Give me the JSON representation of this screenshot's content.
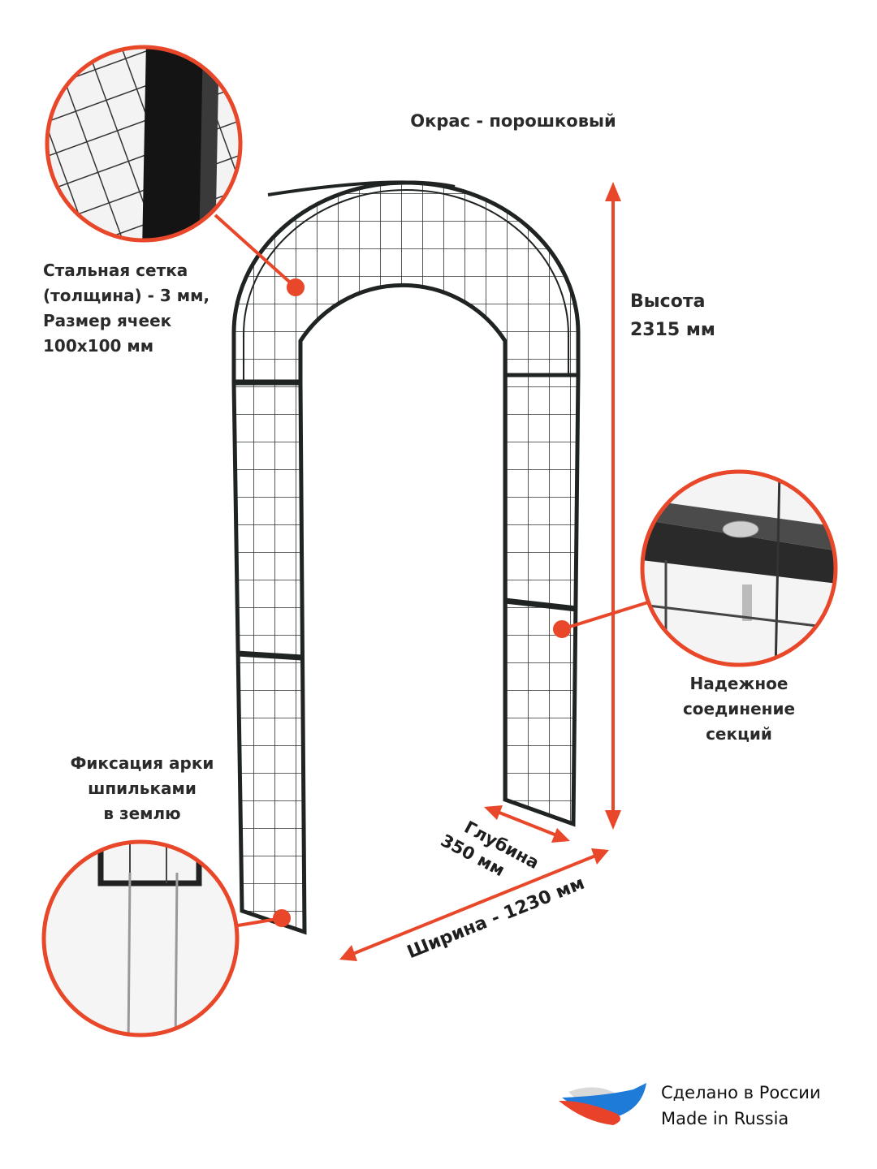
{
  "colors": {
    "accent": "#e8472a",
    "frame": "#1f2422",
    "text": "#2a2a2a"
  },
  "paint_label": "Окрас - порошковый",
  "mesh_note": {
    "lines": [
      "Стальная сетка",
      "(толщина) - 3 мм,",
      "Размер ячеек",
      "100х100 мм"
    ]
  },
  "height": {
    "label": "Высота",
    "value": "2315 мм"
  },
  "connection_note": {
    "lines": [
      "Надежное",
      "соединение",
      "секций"
    ]
  },
  "anchor_note": {
    "lines": [
      "Фиксация арки",
      "шпильками",
      "в землю"
    ]
  },
  "depth": {
    "label": "Глубина",
    "value": "350 мм"
  },
  "width": {
    "label": "Ширина - 1230 мм"
  },
  "brand": {
    "line1": "Сделано в России",
    "line2": "Made in Russia",
    "icon": "russia-flag-wave-icon"
  }
}
